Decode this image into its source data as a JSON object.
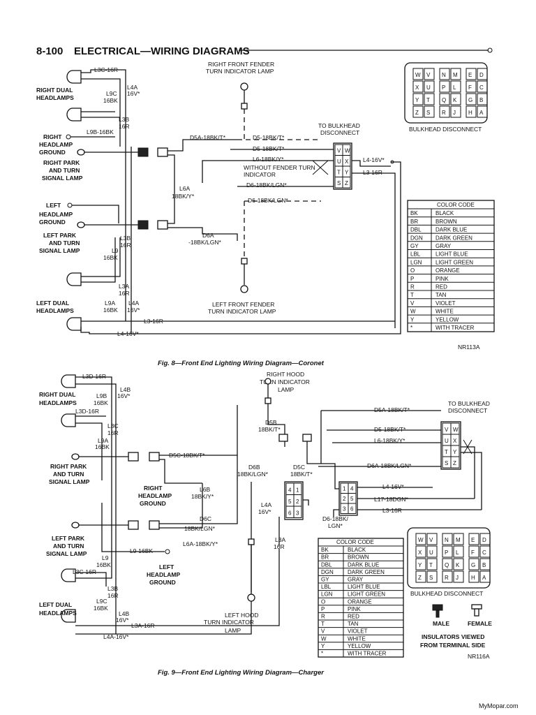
{
  "header": {
    "page_number": "8-100",
    "title": "ELECTRICAL—WIRING DIAGRAMS"
  },
  "fig8": {
    "caption": "Fig. 8—Front End Lighting Wiring Diagram—Coronet",
    "code": "NR113A",
    "labels": {
      "right_dual_headlamps_1": "RIGHT DUAL",
      "right_dual_headlamps_2": "HEADLAMPS",
      "right_headlamp_ground_1": "RIGHT",
      "right_headlamp_ground_2": "HEADLAMP",
      "right_headlamp_ground_3": "GROUND",
      "right_park_1": "RIGHT PARK",
      "right_park_2": "AND TURN",
      "right_park_3": "SIGNAL LAMP",
      "left_headlamp_ground_1": "LEFT",
      "left_headlamp_ground_2": "HEADLAMP",
      "left_headlamp_ground_3": "GROUND",
      "left_park_1": "LEFT PARK",
      "left_park_2": "AND TURN",
      "left_park_3": "SIGNAL LAMP",
      "left_dual_headlamps_1": "LEFT DUAL",
      "left_dual_headlamps_2": "HEADLAMPS",
      "rf_fender_1": "RIGHT FRONT FENDER",
      "rf_fender_2": "TURN INDICATOR LAMP",
      "lf_fender_1": "LEFT FRONT FENDER",
      "lf_fender_2": "TURN INDICATOR LAMP",
      "to_bulkhead_1": "TO BULKHEAD",
      "to_bulkhead_2": "DISCONNECT",
      "without_fender_1": "WITHOUT FENDER TURN",
      "without_fender_2": "INDICATOR",
      "bulkhead_disconnect": "BULKHEAD DISCONNECT"
    },
    "wires": {
      "l3c": "L3C-16R",
      "l4a_1": "L4A",
      "l4a_2": "16V*",
      "l9c_1": "L9C",
      "l9c_2": "16BK",
      "l3b_1": "L3B",
      "l3b_2": "16R",
      "l9b": "L9B-16BK",
      "d5a": "D5A-18BK/T*",
      "d5": "D5-18BK/T*",
      "l6": "L6-18BK/Y*",
      "d6": "D6-18BK/LGN*",
      "d6_dash": "D6-18BK/LGN*-",
      "l4": "L4-16V*",
      "l3": "L3-16R",
      "l6a_1": "L6A",
      "l6a_2": "18BK/Y*",
      "d6a_1": "D6A",
      "d6a_2": "-18BK/LGN*",
      "lb3_1": "L3B",
      "lb3_2": "16R",
      "l9_1": "L9",
      "l9_2": "16BK",
      "l3a_1": "L3A",
      "l3a_2": "16R",
      "l9a_1": "L9A",
      "l9a_2": "16BK",
      "l4a_b1": "L4A",
      "l4a_b2": "16V*",
      "l3_16r": "L3-16R",
      "l4_16v": "L4-16V*"
    },
    "connector_pins": [
      [
        "V",
        "W"
      ],
      [
        "U",
        "X"
      ],
      [
        "T",
        "Y"
      ],
      [
        "S",
        "Z"
      ]
    ]
  },
  "fig9": {
    "caption": "Fig. 9—Front End Lighting Wiring Diagram—Charger",
    "code": "NR116A",
    "labels": {
      "right_dual_headlamps_1": "RIGHT DUAL",
      "right_dual_headlamps_2": "HEADLAMPS",
      "right_park_1": "RIGHT PARK",
      "right_park_2": "AND TURN",
      "right_park_3": "SIGNAL LAMP",
      "right_headlamp_ground_1": "RIGHT",
      "right_headlamp_ground_2": "HEADLAMP",
      "right_headlamp_ground_3": "GROUND",
      "left_park_1": "LEFT PARK",
      "left_park_2": "AND TURN",
      "left_park_3": "SIGNAL LAMP",
      "left_headlamp_ground_1": "LEFT",
      "left_headlamp_ground_2": "HEADLAMP",
      "left_headlamp_ground_3": "GROUND",
      "left_dual_headlamps_1": "LEFT DUAL",
      "left_dual_headlamps_2": "HEADLAMPS",
      "right_hood_1": "RIGHT HOOD",
      "right_hood_2": "TURN INDICATOR",
      "right_hood_3": "LAMP",
      "left_hood_1": "LEFT HOOD",
      "left_hood_2": "TURN INDICATOR",
      "left_hood_3": "LAMP",
      "to_bulkhead_1": "TO BULKHEAD",
      "to_bulkhead_2": "DISCONNECT",
      "bulkhead_disconnect": "BULKHEAD DISCONNECT",
      "male": "MALE",
      "female": "FEMALE",
      "insulators_1": "INSULATORS VIEWED",
      "insulators_2": "FROM TERMINAL SIDE"
    },
    "wires": {
      "l3d": "L3D-16R",
      "l4b_1": "L4B",
      "l4b_2": "16V*",
      "l9b_1": "L9B",
      "l9b_2": "16BK",
      "l3d2": "L3D-16R",
      "l3c_1": "L3C",
      "l3c_2": "16R",
      "l9a_1": "L9A",
      "l9a_2": "16BK",
      "d5b_1": "D5B",
      "d5b_2": "18BK/T*",
      "d5c": "D5C-18BK/T*",
      "d5a": "D5A-18BK/T*",
      "d5": "D5-18BK/T*",
      "l6": "L6-18BK/Y*",
      "d6a": "D6A-18BK/LGN*",
      "d6b_1": "D6B",
      "d6b_2": "18BK/LGN*",
      "d5c_1": "D5C",
      "d5c_2": "18BK/T*",
      "l6b_1": "L6B",
      "l6b_2": "18BK/Y*",
      "l4": "L4-16V*",
      "l17": "L17-18DGN*",
      "l3": "L3-16R",
      "l4a_1": "L4A",
      "l4a_2": "16V*",
      "d6_1": "D6-18BK/",
      "d6_2": "LGN*",
      "d6c_1": "D6C",
      "d6c_2": "18BK/LGN*",
      "l6a": "L6A-18BK/Y*",
      "l9": "L9-16BK",
      "l9_1": "L9",
      "l9_2": "16BK",
      "l3c": "L3C-16R",
      "l3b_1": "L3B",
      "l3b_2": "16R",
      "l9c_1": "L9C",
      "l9c_2": "16BK",
      "l4b_b1": "L4B",
      "l4b_b2": "16V*",
      "l3a": "L3A-16R",
      "l4a": "L4A-16V*",
      "l3a_1": "L3A",
      "l3a_2": "16R"
    },
    "connector_pins": [
      [
        "V",
        "W"
      ],
      [
        "U",
        "X"
      ],
      [
        "T",
        "Y"
      ],
      [
        "S",
        "Z"
      ]
    ],
    "small_connector": [
      [
        "4",
        "1"
      ],
      [
        "5",
        "2"
      ],
      [
        "6",
        "3"
      ]
    ],
    "mid_connector": [
      [
        "1",
        "4"
      ],
      [
        "2",
        "5"
      ],
      [
        "3",
        "6"
      ]
    ]
  },
  "bulkhead_grid": [
    [
      "W",
      "V",
      "N",
      "M",
      "E",
      "D"
    ],
    [
      "X",
      "U",
      "P",
      "L",
      "F",
      "C"
    ],
    [
      "Y",
      "T",
      "Q",
      "K",
      "G",
      "B"
    ],
    [
      "Z",
      "S",
      "R",
      "J",
      "H",
      "A"
    ]
  ],
  "color_code": {
    "title": "COLOR CODE",
    "rows": [
      [
        "BK",
        "BLACK"
      ],
      [
        "BR",
        "BROWN"
      ],
      [
        "DBL",
        "DARK BLUE"
      ],
      [
        "DGN",
        "DARK GREEN"
      ],
      [
        "GY",
        "GRAY"
      ],
      [
        "LBL",
        "LIGHT BLUE"
      ],
      [
        "LGN",
        "LIGHT GREEN"
      ],
      [
        "O",
        "ORANGE"
      ],
      [
        "P",
        "PINK"
      ],
      [
        "R",
        "RED"
      ],
      [
        "T",
        "TAN"
      ],
      [
        "V",
        "VIOLET"
      ],
      [
        "W",
        "WHITE"
      ],
      [
        "Y",
        "YELLOW"
      ],
      [
        "*",
        "WITH TRACER"
      ]
    ]
  },
  "footer": {
    "watermark": "MyMopar.com"
  }
}
